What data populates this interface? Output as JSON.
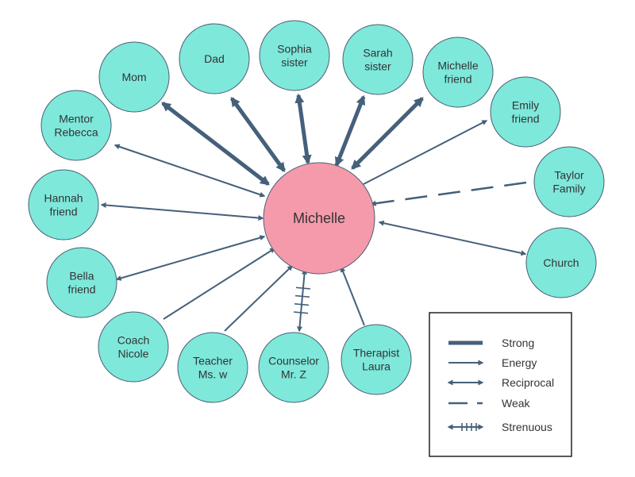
{
  "colors": {
    "node_fill": "#7ee8db",
    "node_stroke": "#4a5f73",
    "center_fill": "#f59aaa",
    "center_stroke": "#4a5f73",
    "edge": "#45607a",
    "text": "#333333"
  },
  "center": {
    "name": "Michelle"
  },
  "nodes": [
    {
      "id": "mom",
      "lines": [
        "Mom"
      ],
      "relation": "strong"
    },
    {
      "id": "dad",
      "lines": [
        "Dad"
      ],
      "relation": "strong"
    },
    {
      "id": "sophia",
      "lines": [
        "Sophia",
        "sister"
      ],
      "relation": "strong"
    },
    {
      "id": "sarah",
      "lines": [
        "Sarah",
        "sister"
      ],
      "relation": "strong"
    },
    {
      "id": "michelle-friend",
      "lines": [
        "Michelle",
        "friend"
      ],
      "relation": "strong"
    },
    {
      "id": "emily",
      "lines": [
        "Emily",
        "friend"
      ],
      "relation": "energy"
    },
    {
      "id": "taylor",
      "lines": [
        "Taylor",
        "Family"
      ],
      "relation": "weak"
    },
    {
      "id": "church",
      "lines": [
        "Church"
      ],
      "relation": "reciprocal"
    },
    {
      "id": "therapist",
      "lines": [
        "Therapist",
        "Laura"
      ],
      "relation": "energy"
    },
    {
      "id": "counselor",
      "lines": [
        "Counselor",
        "Mr. Z"
      ],
      "relation": "strenuous"
    },
    {
      "id": "teacher",
      "lines": [
        "Teacher",
        "Ms. w"
      ],
      "relation": "energy"
    },
    {
      "id": "coach",
      "lines": [
        "Coach",
        "Nicole"
      ],
      "relation": "energy"
    },
    {
      "id": "bella",
      "lines": [
        "Bella",
        "friend"
      ],
      "relation": "reciprocal"
    },
    {
      "id": "hannah",
      "lines": [
        "Hannah",
        "friend"
      ],
      "relation": "reciprocal"
    },
    {
      "id": "mentor",
      "lines": [
        "Mentor",
        "Rebecca"
      ],
      "relation": "energy"
    }
  ],
  "legend": {
    "items": [
      {
        "type": "strong",
        "label": "Strong"
      },
      {
        "type": "energy",
        "label": "Energy"
      },
      {
        "type": "reciprocal",
        "label": "Reciprocal"
      },
      {
        "type": "weak",
        "label": "Weak"
      },
      {
        "type": "strenuous",
        "label": "Strenuous"
      }
    ]
  }
}
